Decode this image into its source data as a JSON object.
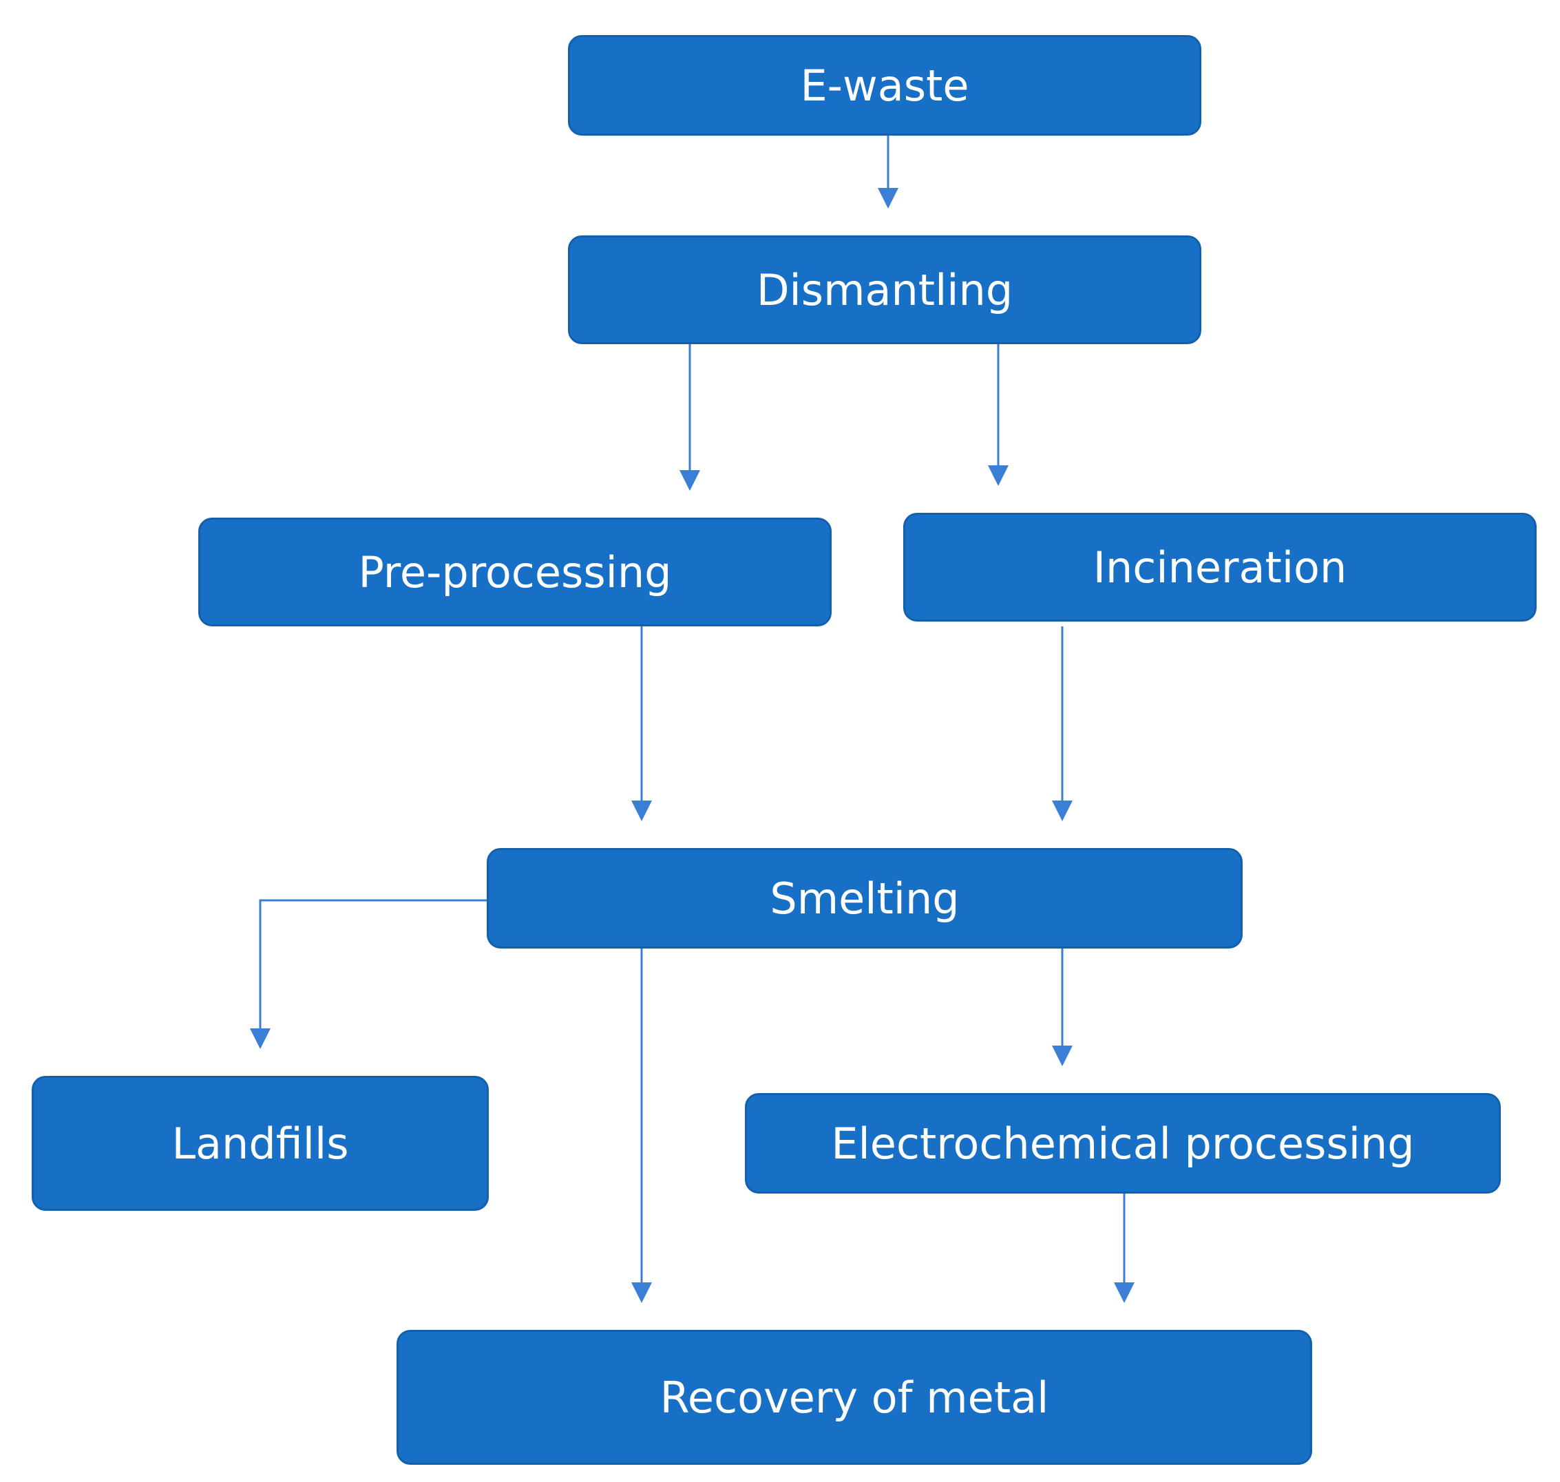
{
  "diagram": {
    "type": "flowchart",
    "colors": {
      "node_fill": "#1870c6",
      "node_border": "#1360ad",
      "node_text": "#ffffff",
      "connector": "#3a7fd5",
      "background": "#ffffff"
    },
    "nodes": {
      "ewaste": {
        "label": "E-waste"
      },
      "dismantling": {
        "label": "Dismantling"
      },
      "preprocessing": {
        "label": "Pre-processing"
      },
      "incineration": {
        "label": "Incineration"
      },
      "smelting": {
        "label": "Smelting"
      },
      "landfills": {
        "label": "Landfills"
      },
      "electrochemical": {
        "label": "Electrochemical processing"
      },
      "recovery": {
        "label": "Recovery of metal"
      }
    },
    "edges": [
      {
        "from": "ewaste",
        "to": "dismantling"
      },
      {
        "from": "dismantling",
        "to": "preprocessing"
      },
      {
        "from": "dismantling",
        "to": "incineration"
      },
      {
        "from": "preprocessing",
        "to": "smelting"
      },
      {
        "from": "incineration",
        "to": "smelting"
      },
      {
        "from": "smelting",
        "to": "landfills"
      },
      {
        "from": "smelting",
        "to": "recovery"
      },
      {
        "from": "smelting",
        "to": "electrochemical"
      },
      {
        "from": "electrochemical",
        "to": "recovery"
      }
    ]
  }
}
